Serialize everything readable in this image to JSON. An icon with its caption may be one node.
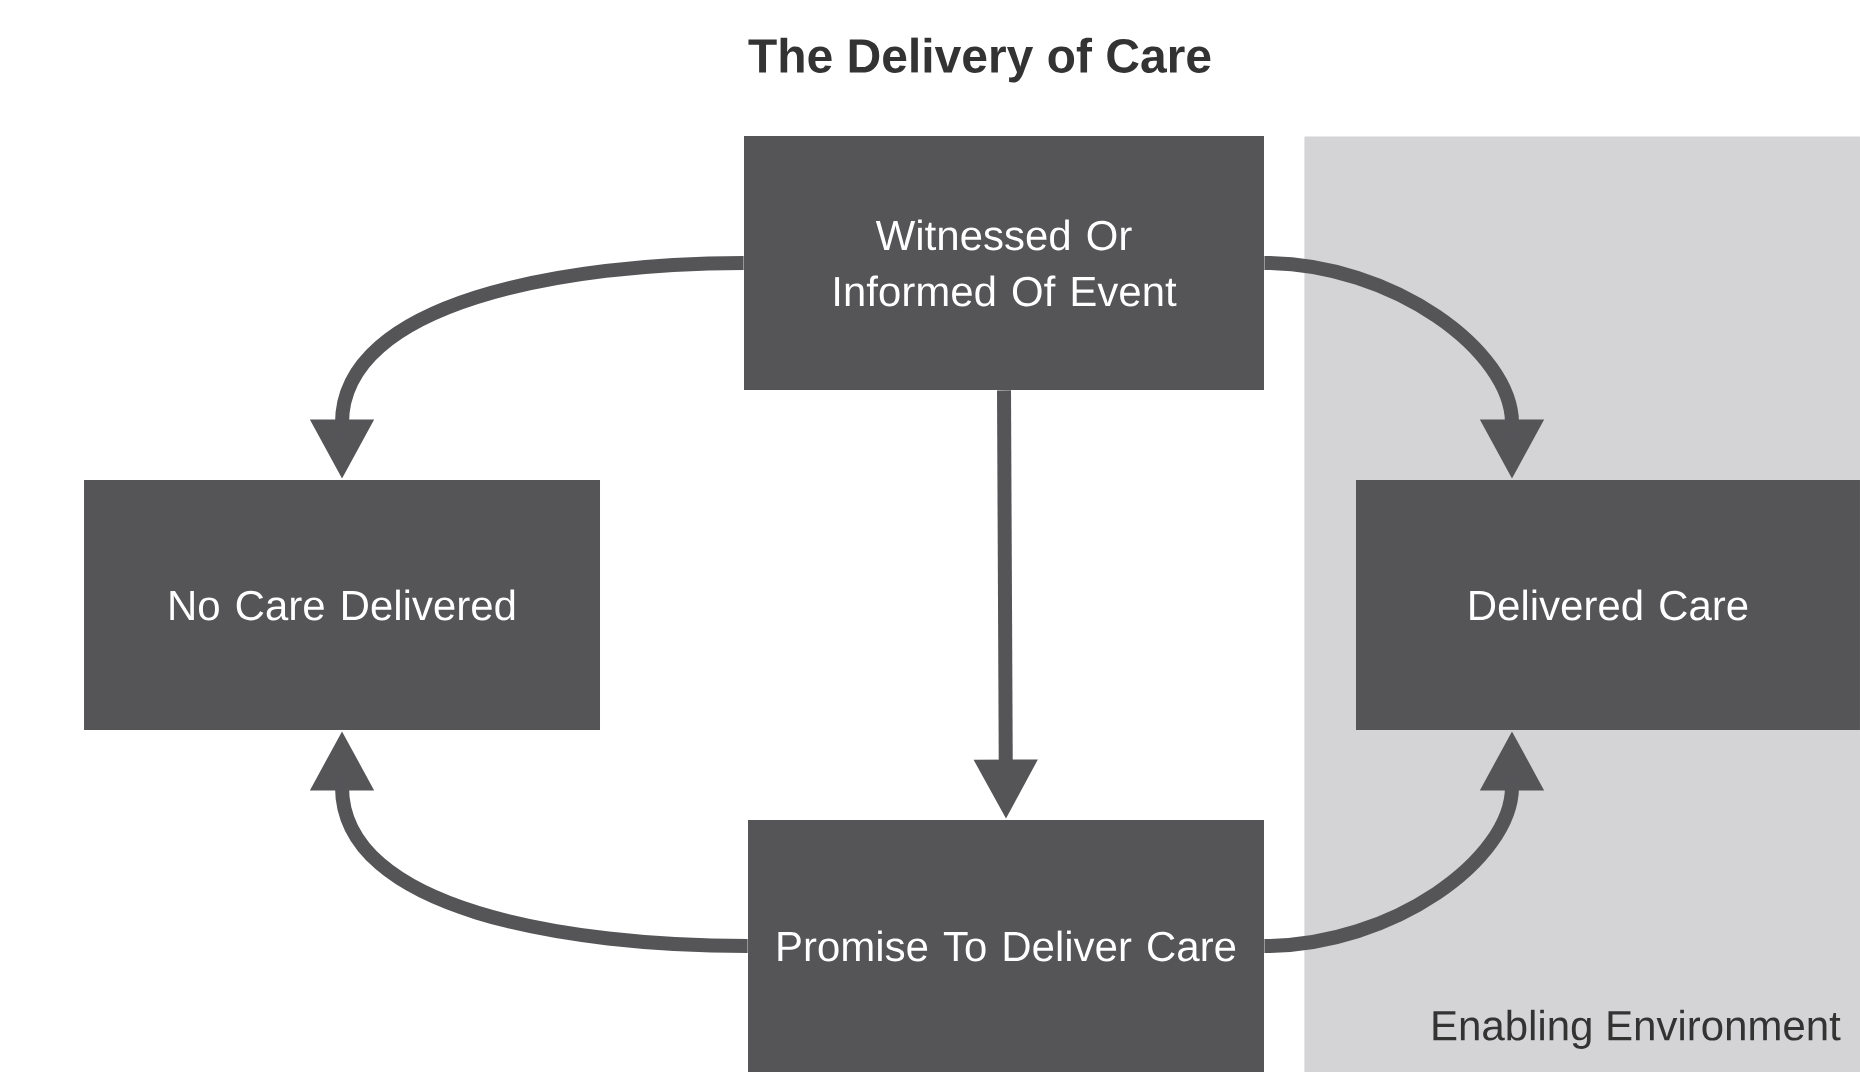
{
  "diagram": {
    "title": "The Delivery of Care",
    "nodes": [
      {
        "text": [
          "Witnessed Or Informed Of Event"
        ]
      },
      {
        "text": [
          "Enabling Environment"
        ]
      },
      {
        "text": [
          "No Care Delivered"
        ]
      },
      {
        "text": [
          "Delivered Care"
        ],
        "in": 1
      },
      {
        "text": [
          "Promise To Deliver Care"
        ]
      }
    ],
    "edges": [
      {
        "from": 0,
        "to": 2,
        "arrow": "to"
      },
      {
        "from": 0,
        "to": 3,
        "arrow": "to"
      },
      {
        "from": 0,
        "to": 4,
        "arrow": "to"
      },
      {
        "from": 4,
        "to": 2,
        "arrow": "to"
      },
      {
        "from": 4,
        "to": 3,
        "arrow": "to"
      }
    ]
  }
}
